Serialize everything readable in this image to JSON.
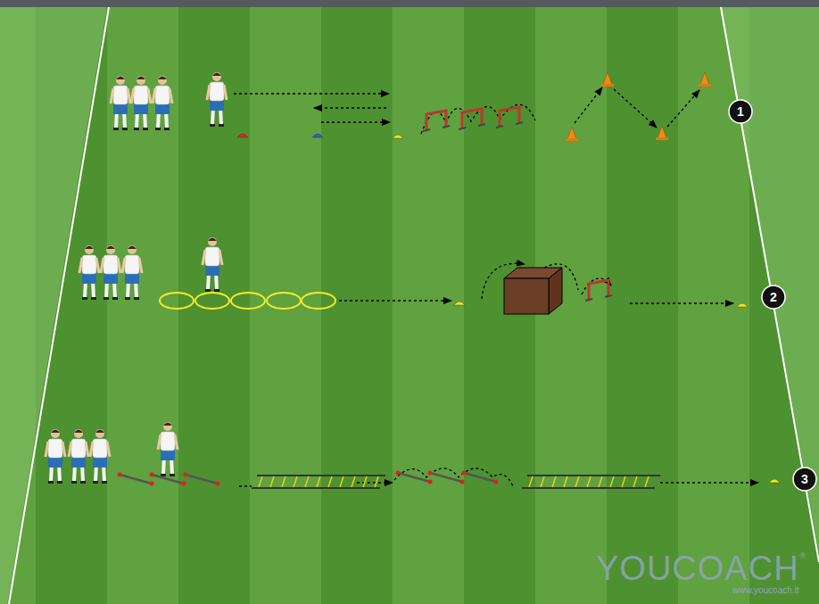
{
  "diagram": {
    "labels": [
      "1",
      "2",
      "3",
      "YOUCOACH",
      "®",
      "www.youcoach.it"
    ]
  }
}
